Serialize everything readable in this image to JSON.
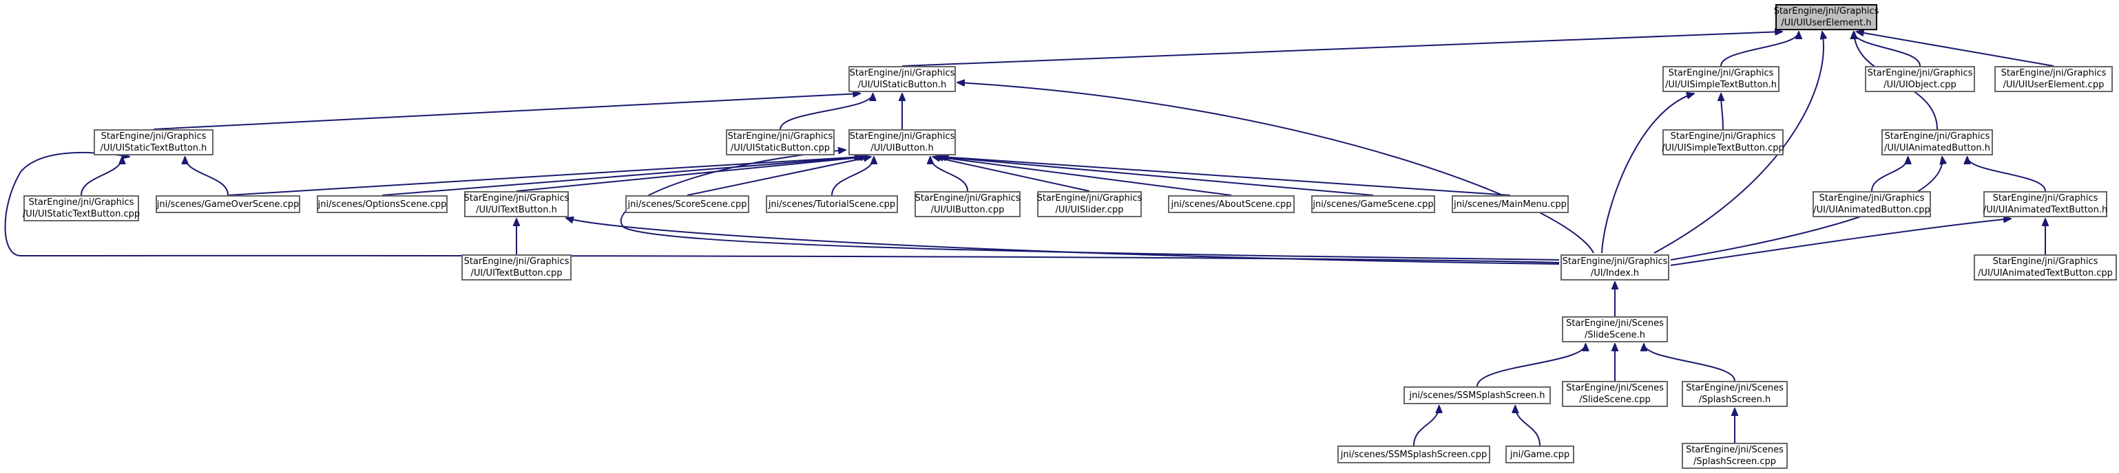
{
  "graph": {
    "edge_color": "#191970",
    "root_fill": "#bfbfbf",
    "nodes": [
      {
        "id": "uiuserelement-h",
        "root": true,
        "lines": [
          "StarEngine/jni/Graphics",
          "/UI/UIUserElement.h"
        ]
      },
      {
        "id": "uistaticbutton-h",
        "lines": [
          "StarEngine/jni/Graphics",
          "/UI/UIStaticButton.h"
        ]
      },
      {
        "id": "uisimpletextbutton-h",
        "lines": [
          "StarEngine/jni/Graphics",
          "/UI/UISimpleTextButton.h"
        ]
      },
      {
        "id": "uiobject-cpp",
        "lines": [
          "StarEngine/jni/Graphics",
          "/UI/UIObject.cpp"
        ]
      },
      {
        "id": "uiuserelement-cpp",
        "lines": [
          "StarEngine/jni/Graphics",
          "/UI/UIUserElement.cpp"
        ]
      },
      {
        "id": "uistatictextbutton-h",
        "lines": [
          "StarEngine/jni/Graphics",
          "/UI/UIStaticTextButton.h"
        ]
      },
      {
        "id": "uistaticbutton-cpp",
        "lines": [
          "StarEngine/jni/Graphics",
          "/UI/UIStaticButton.cpp"
        ]
      },
      {
        "id": "uibutton-h",
        "lines": [
          "StarEngine/jni/Graphics",
          "/UI/UIButton.h"
        ]
      },
      {
        "id": "uisimpletextbutton-cpp",
        "lines": [
          "StarEngine/jni/Graphics",
          "/UI/UISimpleTextButton.cpp"
        ]
      },
      {
        "id": "uianimatedbutton-h",
        "lines": [
          "StarEngine/jni/Graphics",
          "/UI/UIAnimatedButton.h"
        ]
      },
      {
        "id": "uistatictextbutton-cpp",
        "lines": [
          "StarEngine/jni/Graphics",
          "/UI/UIStaticTextButton.cpp"
        ]
      },
      {
        "id": "gameoverscene-cpp",
        "lines": [
          "jni/scenes/GameOverScene.cpp"
        ]
      },
      {
        "id": "optionsscene-cpp",
        "lines": [
          "jni/scenes/OptionsScene.cpp"
        ]
      },
      {
        "id": "uitextbutton-h",
        "lines": [
          "StarEngine/jni/Graphics",
          "/UI/UITextButton.h"
        ]
      },
      {
        "id": "scorescene-cpp",
        "lines": [
          "jni/scenes/ScoreScene.cpp"
        ]
      },
      {
        "id": "tutorialscene-cpp",
        "lines": [
          "jni/scenes/TutorialScene.cpp"
        ]
      },
      {
        "id": "uibutton-cpp",
        "lines": [
          "StarEngine/jni/Graphics",
          "/UI/UIButton.cpp"
        ]
      },
      {
        "id": "uislider-cpp",
        "lines": [
          "StarEngine/jni/Graphics",
          "/UI/UISlider.cpp"
        ]
      },
      {
        "id": "aboutscene-cpp",
        "lines": [
          "jni/scenes/AboutScene.cpp"
        ]
      },
      {
        "id": "gamescene-cpp",
        "lines": [
          "jni/scenes/GameScene.cpp"
        ]
      },
      {
        "id": "mainmenu-cpp",
        "lines": [
          "jni/scenes/MainMenu.cpp"
        ]
      },
      {
        "id": "uianimatedbutton-cpp",
        "lines": [
          "StarEngine/jni/Graphics",
          "/UI/UIAnimatedButton.cpp"
        ]
      },
      {
        "id": "uianimatedtextbutton-h",
        "lines": [
          "StarEngine/jni/Graphics",
          "/UI/UIAnimatedTextButton.h"
        ]
      },
      {
        "id": "uitextbutton-cpp",
        "lines": [
          "StarEngine/jni/Graphics",
          "/UI/UITextButton.cpp"
        ]
      },
      {
        "id": "uiindex-h",
        "lines": [
          "StarEngine/jni/Graphics",
          "/UI/Index.h"
        ]
      },
      {
        "id": "uianimatedtextbutton-cpp",
        "lines": [
          "StarEngine/jni/Graphics",
          "/UI/UIAnimatedTextButton.cpp"
        ]
      },
      {
        "id": "slidescene-h",
        "lines": [
          "StarEngine/jni/Scenes",
          "/SlideScene.h"
        ]
      },
      {
        "id": "ssmsplashscreen-h",
        "lines": [
          "jni/scenes/SSMSplashScreen.h"
        ]
      },
      {
        "id": "slidescene-cpp",
        "lines": [
          "StarEngine/jni/Scenes",
          "/SlideScene.cpp"
        ]
      },
      {
        "id": "splashscreen-h",
        "lines": [
          "StarEngine/jni/Scenes",
          "/SplashScreen.h"
        ]
      },
      {
        "id": "ssmsplashscreen-cpp",
        "lines": [
          "jni/scenes/SSMSplashScreen.cpp"
        ]
      },
      {
        "id": "game-cpp",
        "lines": [
          "jni/Game.cpp"
        ]
      },
      {
        "id": "splashscreen-cpp",
        "lines": [
          "StarEngine/jni/Scenes",
          "/SplashScreen.cpp"
        ]
      }
    ],
    "edges": [
      [
        "uistaticbutton-h",
        "uiuserelement-h"
      ],
      [
        "uisimpletextbutton-h",
        "uiuserelement-h"
      ],
      [
        "uiindex-h",
        "uiuserelement-h"
      ],
      [
        "uianimatedbutton-h",
        "uiuserelement-h"
      ],
      [
        "uiobject-cpp",
        "uiuserelement-h"
      ],
      [
        "uiuserelement-cpp",
        "uiuserelement-h"
      ],
      [
        "uistatictextbutton-h",
        "uistaticbutton-h"
      ],
      [
        "uistaticbutton-cpp",
        "uistaticbutton-h"
      ],
      [
        "uibutton-h",
        "uistaticbutton-h"
      ],
      [
        "uiindex-h",
        "uistaticbutton-h"
      ],
      [
        "uistatictextbutton-cpp",
        "uistatictextbutton-h"
      ],
      [
        "gameoverscene-cpp",
        "uistatictextbutton-h"
      ],
      [
        "uiindex-h",
        "uistatictextbutton-h"
      ],
      [
        "gameoverscene-cpp",
        "uibutton-h"
      ],
      [
        "optionsscene-cpp",
        "uibutton-h"
      ],
      [
        "uitextbutton-h",
        "uibutton-h"
      ],
      [
        "scorescene-cpp",
        "uibutton-h"
      ],
      [
        "tutorialscene-cpp",
        "uibutton-h"
      ],
      [
        "uibutton-cpp",
        "uibutton-h"
      ],
      [
        "uislider-cpp",
        "uibutton-h"
      ],
      [
        "aboutscene-cpp",
        "uibutton-h"
      ],
      [
        "gamescene-cpp",
        "uibutton-h"
      ],
      [
        "mainmenu-cpp",
        "uibutton-h"
      ],
      [
        "uiindex-h",
        "uibutton-h"
      ],
      [
        "uitextbutton-cpp",
        "uitextbutton-h"
      ],
      [
        "uiindex-h",
        "uitextbutton-h"
      ],
      [
        "uisimpletextbutton-cpp",
        "uisimpletextbutton-h"
      ],
      [
        "uiindex-h",
        "uisimpletextbutton-h"
      ],
      [
        "uianimatedbutton-cpp",
        "uianimatedbutton-h"
      ],
      [
        "uianimatedtextbutton-h",
        "uianimatedbutton-h"
      ],
      [
        "uiindex-h",
        "uianimatedbutton-h"
      ],
      [
        "uianimatedtextbutton-cpp",
        "uianimatedtextbutton-h"
      ],
      [
        "uiindex-h",
        "uianimatedtextbutton-h"
      ],
      [
        "slidescene-h",
        "uiindex-h"
      ],
      [
        "ssmsplashscreen-h",
        "slidescene-h"
      ],
      [
        "slidescene-cpp",
        "slidescene-h"
      ],
      [
        "splashscreen-h",
        "slidescene-h"
      ],
      [
        "ssmsplashscreen-cpp",
        "ssmsplashscreen-h"
      ],
      [
        "game-cpp",
        "ssmsplashscreen-h"
      ],
      [
        "splashscreen-cpp",
        "splashscreen-h"
      ]
    ]
  }
}
